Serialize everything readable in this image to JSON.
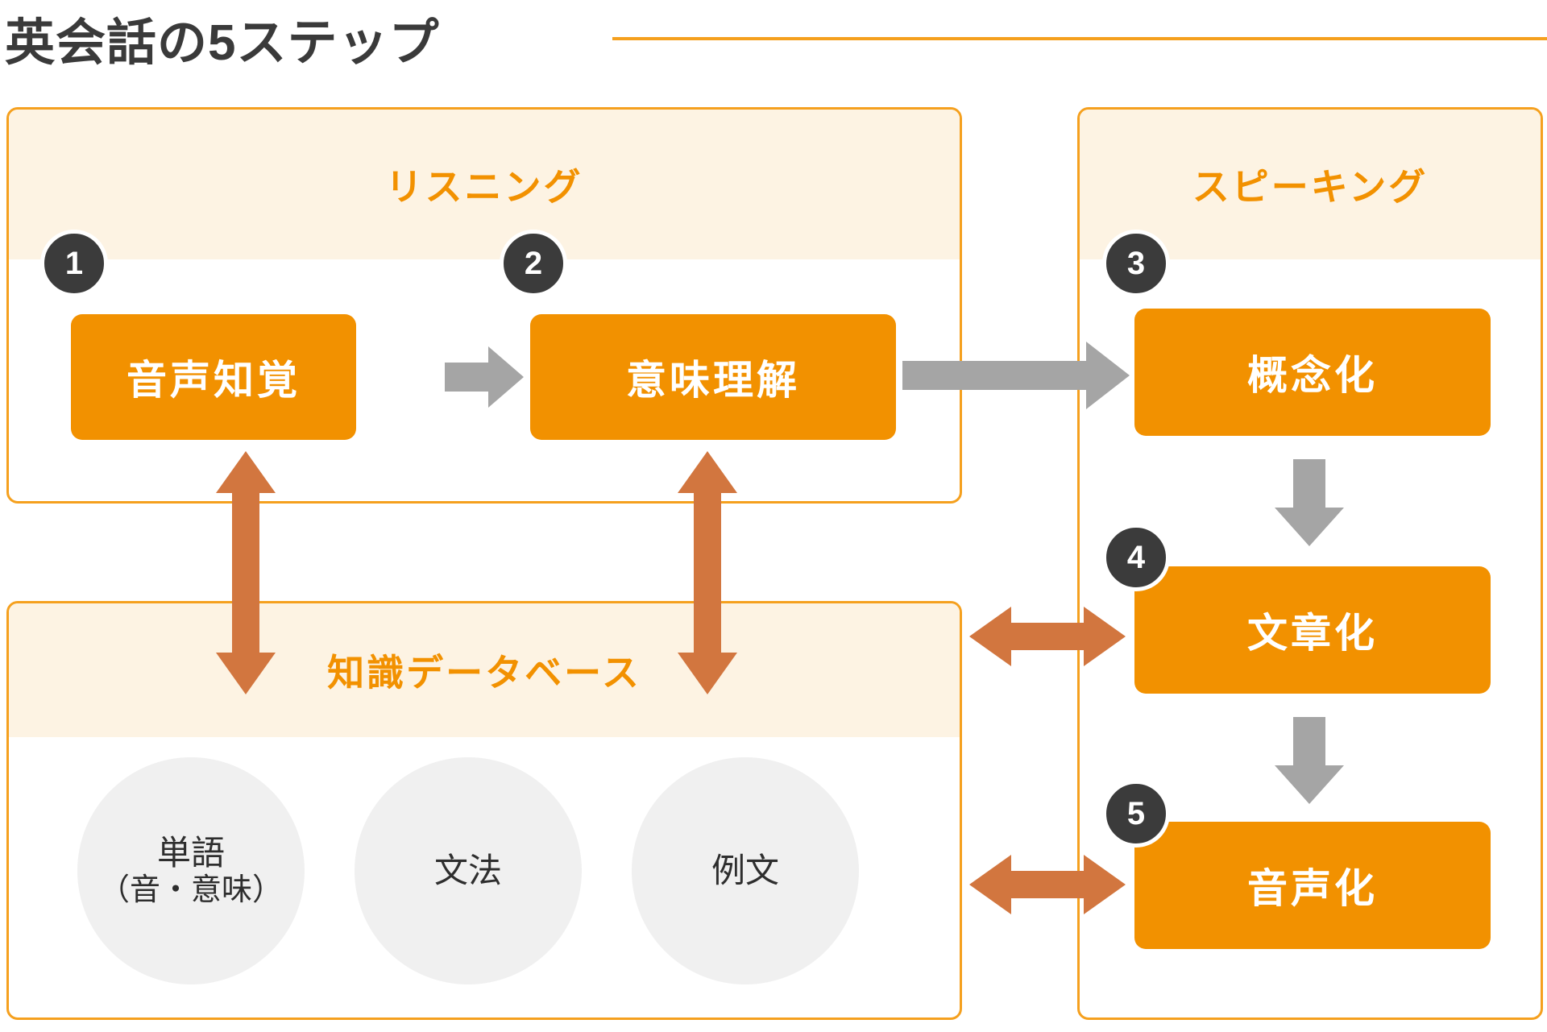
{
  "header": {
    "title": "英会話の5ステップ",
    "rule_color": "#F5A01E"
  },
  "colors": {
    "orange": "#F29100",
    "orange_border": "#F5A01E",
    "cream": "#FDF3E3",
    "badge": "#3b3b3b",
    "gray_arrow": "#A5A5A5",
    "terracotta_arrow": "#D2763F",
    "circle_fill": "#F0F0F0",
    "text_dark": "#2e2e2e"
  },
  "panels": {
    "listening": {
      "heading": "リスニング",
      "steps": [
        {
          "number": "1",
          "label": "音声知覚"
        },
        {
          "number": "2",
          "label": "意味理解"
        }
      ]
    },
    "speaking": {
      "heading": "スピーキング",
      "steps": [
        {
          "number": "3",
          "label": "概念化"
        },
        {
          "number": "4",
          "label": "文章化"
        },
        {
          "number": "5",
          "label": "音声化"
        }
      ]
    },
    "knowledge_database": {
      "heading": "知識データベース",
      "items": [
        {
          "line1": "単語",
          "line2": "（音・意味）"
        },
        {
          "line1": "文法",
          "line2": ""
        },
        {
          "line1": "例文",
          "line2": ""
        }
      ]
    }
  },
  "connectors": [
    {
      "name": "step1-to-step2",
      "style": "gray-arrow",
      "direction": "right"
    },
    {
      "name": "step2-to-step3",
      "style": "gray-arrow",
      "direction": "right"
    },
    {
      "name": "step3-to-step4",
      "style": "gray-arrow",
      "direction": "down"
    },
    {
      "name": "step4-to-step5",
      "style": "gray-arrow",
      "direction": "down"
    },
    {
      "name": "step1-to-knowledge-database",
      "style": "terracotta-double-arrow",
      "direction": "vertical"
    },
    {
      "name": "step2-to-knowledge-database",
      "style": "terracotta-double-arrow",
      "direction": "vertical"
    },
    {
      "name": "knowledge-database-to-step4",
      "style": "terracotta-double-arrow",
      "direction": "horizontal"
    },
    {
      "name": "knowledge-database-to-step5",
      "style": "terracotta-double-arrow",
      "direction": "horizontal"
    }
  ]
}
